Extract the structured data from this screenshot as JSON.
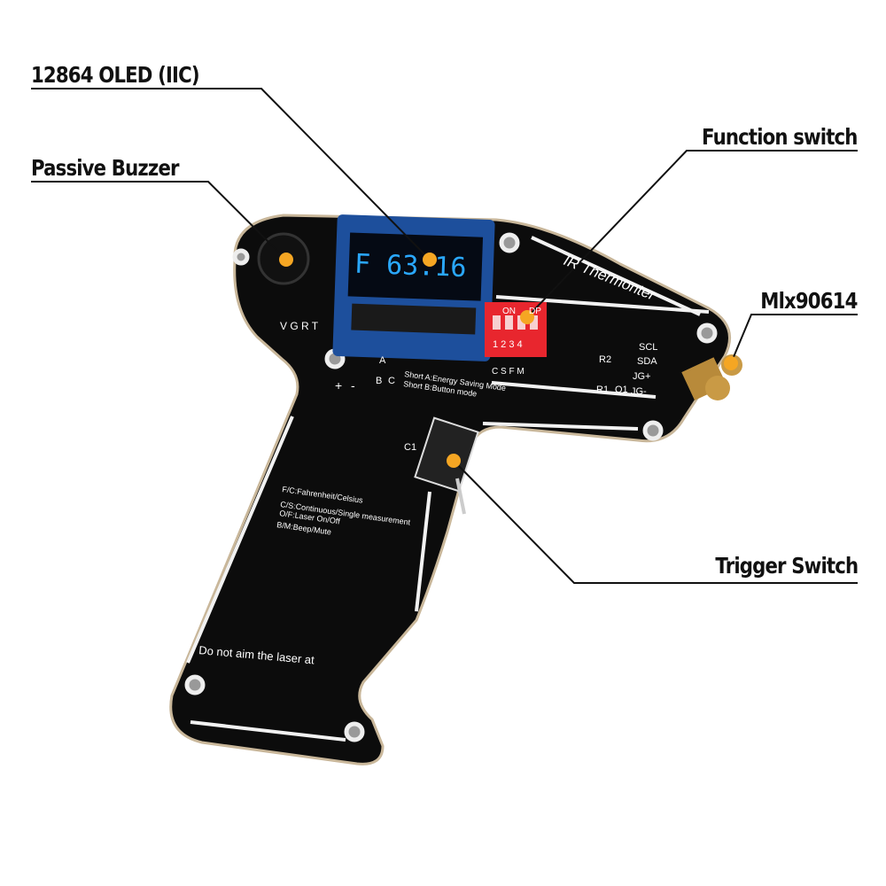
{
  "callouts": {
    "oled": "12864 OLED (IIC)",
    "buzzer": "Passive Buzzer",
    "function_switch": "Function switch",
    "sensor": "Mlx90614",
    "trigger": "Trigger Switch"
  },
  "board": {
    "display_reading": "F 63.16",
    "title": "IR Thermonter",
    "pin_header": "V G R T",
    "dip_on": "ON",
    "dip_dp": "DP",
    "dip_numbers": "1 2 3 4",
    "dip_functions": "C S F M",
    "scl": "SCL",
    "sda": "SDA",
    "r2": "R2",
    "r1": "R1",
    "q1": "Q1",
    "jg_plus": "JG+",
    "jg_minus": "JG-",
    "jumper_a": "A",
    "jumper_b": "B",
    "jumper_c": "C",
    "battery_plus": "+",
    "battery_minus": "-",
    "short_a": "Short A:Energy Saving Mode",
    "short_b": "Short B:Button mode",
    "c1": "C1",
    "legend_fc": "F/C:Fahrenheit/Celsius",
    "legend_cs": "C/S:Continuous/Single measurement",
    "legend_of": "O/F:Laser On/Off",
    "legend_bm": "B/M:Beep/Mute",
    "warning": "Do not aim the laser at"
  },
  "colors": {
    "board": "#0c0c0c",
    "marker": "#f5a623",
    "oled_text": "#2aa8ff",
    "dip": "#e8262e"
  }
}
